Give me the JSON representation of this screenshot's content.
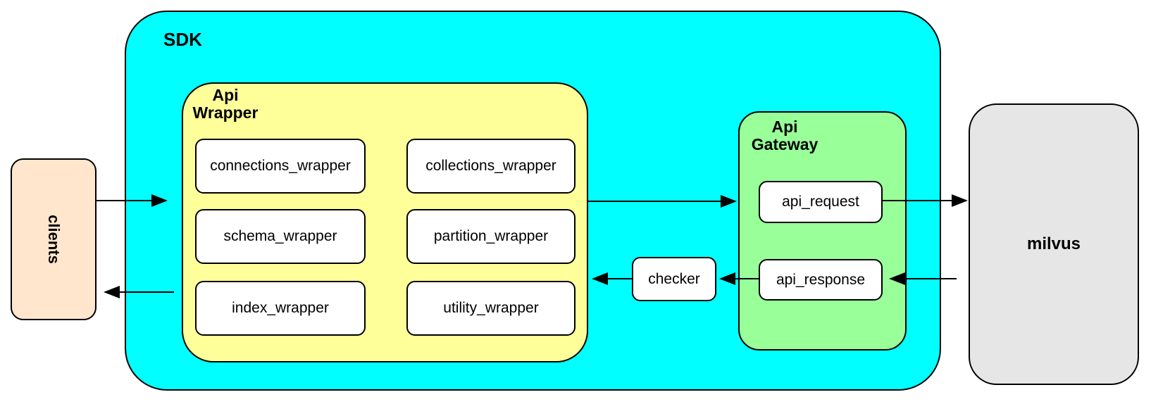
{
  "colors": {
    "background": "#FFFFFF",
    "border": "#000000",
    "text": "#000000",
    "sdk_fill": "#00FFFF",
    "api_wrapper_fill": "#FFFF99",
    "api_gateway_fill": "#99FF99",
    "clients_fill": "#FFE6CC",
    "milvus_fill": "#E6E6E6",
    "module_fill": "#FFFFFF"
  },
  "nodes": {
    "clients": "clients",
    "sdk": "SDK",
    "api_wrapper_label": [
      "Api",
      "Wrapper"
    ],
    "wrapper_modules": [
      "connections_wrapper",
      "collections_wrapper",
      "schema_wrapper",
      "partition_wrapper",
      "index_wrapper",
      "utility_wrapper"
    ],
    "api_gateway_label": [
      "Api",
      "Gateway"
    ],
    "api_request": "api_request",
    "api_response": "api_response",
    "checker": "checker",
    "milvus": "milvus"
  },
  "edges": [
    {
      "from": "clients",
      "to": "api_wrapper",
      "direction": "right"
    },
    {
      "from": "api_wrapper",
      "to": "clients",
      "direction": "left"
    },
    {
      "from": "api_wrapper",
      "to": "api_gateway",
      "direction": "right"
    },
    {
      "from": "api_request",
      "to": "milvus",
      "direction": "right"
    },
    {
      "from": "milvus",
      "to": "api_response",
      "direction": "left"
    },
    {
      "from": "api_response",
      "to": "checker",
      "direction": "left"
    },
    {
      "from": "checker",
      "to": "api_wrapper",
      "direction": "left"
    }
  ]
}
